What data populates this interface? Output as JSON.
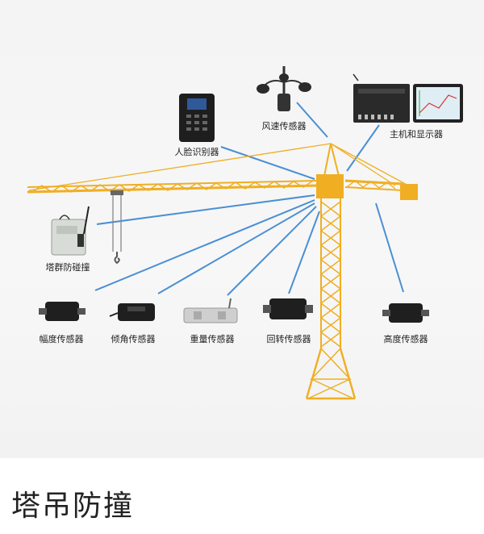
{
  "caption": "塔吊防撞",
  "labels": {
    "face": "人脸识别器",
    "wind": "风速传感器",
    "host": "主机和显示器",
    "anticollision": "塔群防碰撞",
    "amplitude": "幅度传感器",
    "tilt": "倾角传感器",
    "weight": "重量传感器",
    "slewing": "回转传感器",
    "height": "高度传感器"
  },
  "colors": {
    "crane": "#f0ae22",
    "link": "#4a8fd4"
  }
}
